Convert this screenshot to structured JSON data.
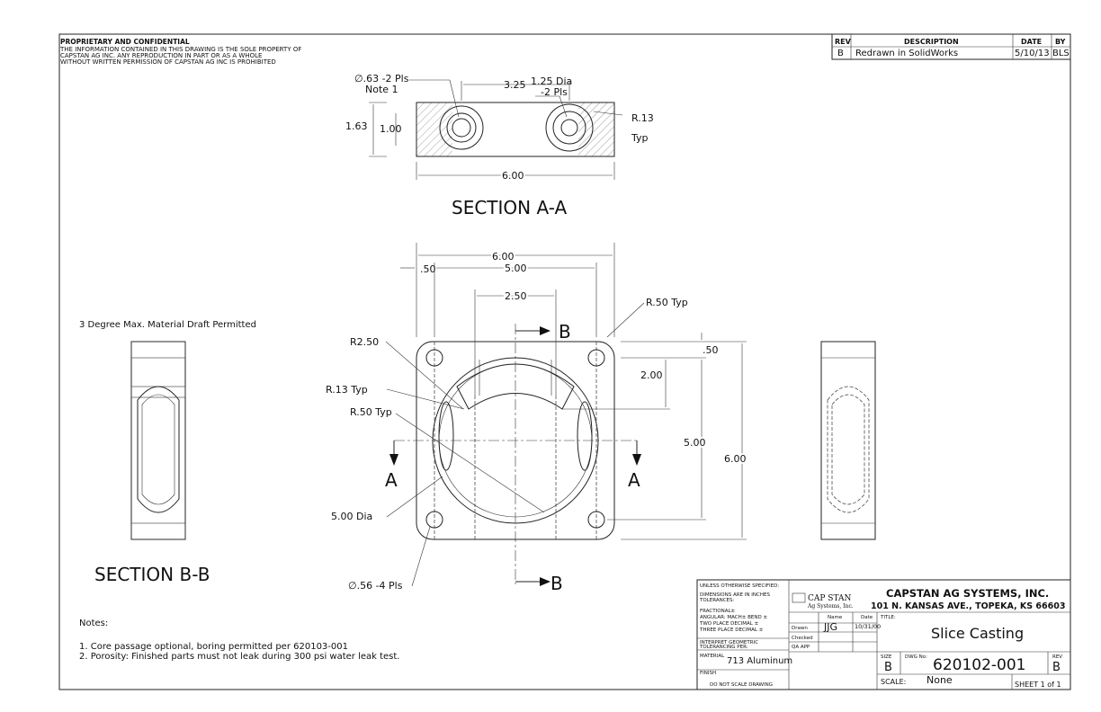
{
  "proprietary": {
    "heading": "PROPRIETARY AND CONFIDENTIAL",
    "lines": [
      "THE INFORMATION CONTAINED IN THIS DRAWING IS THE SOLE PROPERTY OF",
      "CAPSTAN AG INC. ANY REPRODUCTION IN PART OR AS A WHOLE",
      "WITHOUT WRITTEN PERMISSION OF CAPSTAN AG INC IS PROHIBITED"
    ]
  },
  "revision_block": {
    "headers": [
      "REV",
      "DESCRIPTION",
      "DATE",
      "BY"
    ],
    "rows": [
      {
        "rev": "B",
        "description": "Redrawn in SolidWorks",
        "date": "5/10/13",
        "by": "BLS"
      }
    ]
  },
  "section_aa": {
    "title": "SECTION A-A",
    "dims": {
      "hole_small": "∅.63 -2 Pls",
      "note1": "Note 1",
      "center_dist": "3.25",
      "hole_large": "1.25 Dia",
      "hole_large_qty": "-2 Pls",
      "height": "1.63",
      "inner_height": "1.00",
      "radius": "R.13",
      "radius_typ": "Typ",
      "width": "6.00"
    }
  },
  "plan_view": {
    "dims": {
      "overall_width": "6.00",
      "edge_offset": ".50",
      "hole_spacing": "5.00",
      "core_width": "2.50",
      "corner_radius": "R.50 Typ",
      "r250": "R2.50",
      "r13": "R.13 Typ",
      "r50": "R.50 Typ",
      "dia500": "5.00 Dia",
      "bolt_holes": "∅.56 -4 Pls",
      "top_offset": ".50",
      "depth200": "2.00",
      "vert_spacing": "5.00",
      "overall_height": "6.00"
    },
    "section_labels": {
      "b_top": "B",
      "b_bottom": "B",
      "a_left": "A",
      "a_right": "A"
    }
  },
  "section_bb": {
    "title": "SECTION B-B",
    "draft_note": "3 Degree Max. Material Draft Permitted"
  },
  "notes": {
    "heading": "Notes:",
    "items": [
      "1. Core passage optional, boring permitted per 620103-001",
      "2. Porosity: Finished parts must not leak during 300 psi water leak test."
    ]
  },
  "title_block": {
    "unless": "UNLESS OTHERWISE SPECIFIED:",
    "dims_in": "DIMENSIONS ARE IN INCHES",
    "tolerances": "TOLERANCES:",
    "fractional": "FRACTIONAL±",
    "angular": "ANGULAR: MACH±   BEND ±",
    "two_place": "TWO PLACE DECIMAL   ±",
    "three_place": "THREE PLACE DECIMAL  ±",
    "interpret": "INTERPRET GEOMETRIC",
    "tolerancing": "TOLERANCING PER:",
    "material_label": "MATERIAL",
    "material": "713 Aluminum",
    "finish_label": "FINISH",
    "do_not_scale": "DO NOT SCALE DRAWING",
    "logo_text": "CAP STAN",
    "logo_sub": "Ag Systems, Inc.",
    "name_hdr": "Name",
    "date_hdr": "Date",
    "drawn_label": "Drawn",
    "drawn_by": "JJG",
    "drawn_date": "10/31/00",
    "checked_label": "Checked",
    "qa_label": "QA APP",
    "company": "CAPSTAN AG SYSTEMS, INC.",
    "address": "101 N. KANSAS AVE., TOPEKA, KS 66603",
    "title_label": "TITLE:",
    "title": "Slice Casting",
    "size_label": "SIZE",
    "size": "B",
    "dwg_label": "DWG No:",
    "dwg_no": "620102-001",
    "rev_label": "REV",
    "rev": "B",
    "scale_label": "SCALE:",
    "scale": "None",
    "sheet": "SHEET 1 of 1"
  }
}
